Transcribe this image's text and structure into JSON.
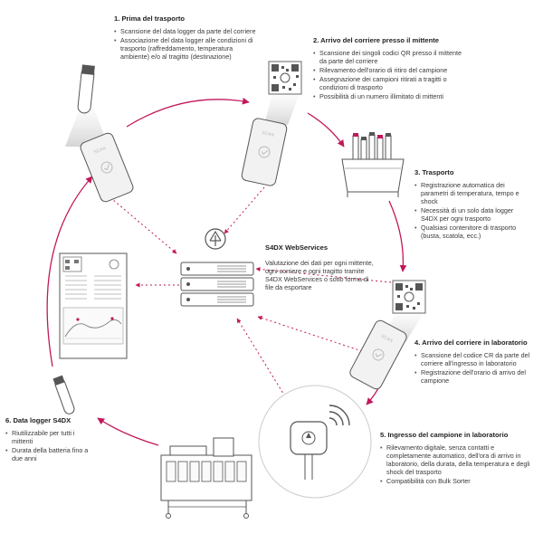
{
  "steps": [
    {
      "title": "1. Prima del trasporto",
      "items": [
        "Scansione del data logger da parte del corriere",
        "Associazione del data logger alle condizioni di trasporto (raffreddamento, temperatura ambiente) e/o al tragitto (destinazione)"
      ]
    },
    {
      "title": "2. Arrivo del corriere presso il mittente",
      "items": [
        "Scansione dei singoli codici QR presso il mittente da parte del corriere",
        "Rilevamento dell'orario di ritiro del campione",
        "Assegnazione dei campioni ritirati a tragitti o condizioni di trasporto",
        "Possibilità di un numero illimitato di mittenti"
      ]
    },
    {
      "title": "3. Trasporto",
      "items": [
        "Registrazione automatica dei parametri di temperatura, tempo e shock",
        "Necessità di un solo data logger S4DX per ogni trasporto",
        "Qualsiasi contenitore di trasporto (busta, scatola, ecc.)"
      ]
    },
    {
      "title": "4. Arrivo del corriere in laboratorio",
      "items": [
        "Scansione del codice CR da parte del corriere all'ingresso in laboratorio",
        "Registrazione dell'orario di arrivo del campione"
      ]
    },
    {
      "title": "5. Ingresso del campione in laboratorio",
      "items": [
        "Rilevamento digitale, senza contatti e completamente automatico, dell'ora di arrivo in laboratorio, della durata, della temperatura e degli shock del trasporto",
        "Compatibilità con Bulk Sorter"
      ]
    },
    {
      "title": "6. Data logger S4DX",
      "items": [
        "Riutilizzabile per tutti i mittenti",
        "Durata della batteria fino a due anni"
      ]
    }
  ],
  "webservices": {
    "title": "S4DX WebServices",
    "text": "Valutazione dei dati per ogni mittente, ogni corriere e ogni tragitto tramite S4DX WebServices o sotto forma di file da esportare"
  },
  "phone_label": "SCAN",
  "colors": {
    "accent": "#c2185b",
    "line": "#555555",
    "text": "#333333"
  }
}
